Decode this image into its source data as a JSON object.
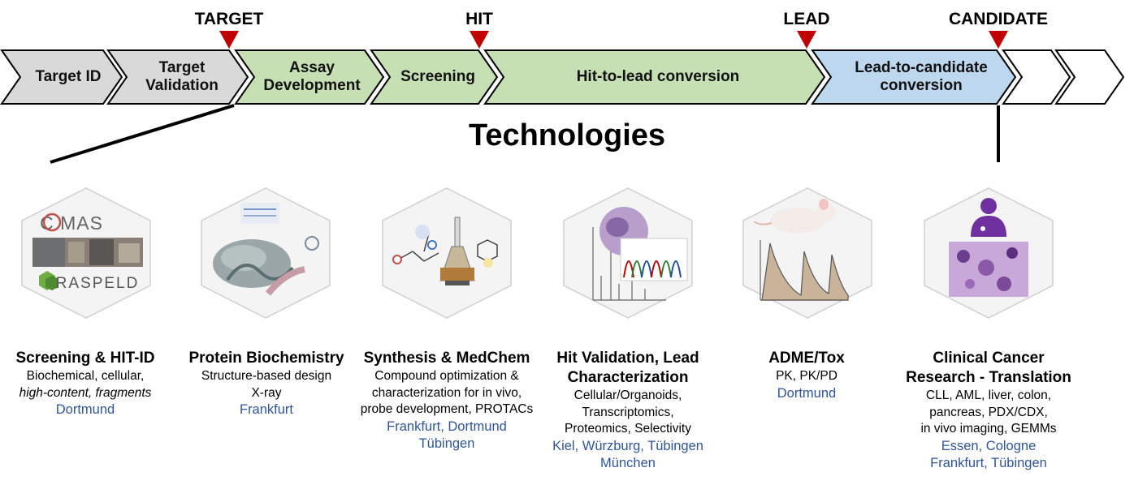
{
  "milestones": [
    "TARGET",
    "HIT",
    "LEAD",
    "CANDIDATE"
  ],
  "stages": [
    {
      "label": "Target ID",
      "fill": "#d9d9d9"
    },
    {
      "label": "Target\nValidation",
      "fill": "#d9d9d9"
    },
    {
      "label": "Assay\nDevelopment",
      "fill": "#c6e0b4"
    },
    {
      "label": "Screening",
      "fill": "#c6e0b4"
    },
    {
      "label": "Hit-to-lead conversion",
      "fill": "#c6e0b4"
    },
    {
      "label": "Lead-to-candidate\nconversion",
      "fill": "#bdd7ee"
    }
  ],
  "section_title": "Technologies",
  "logos": {
    "compound_center": "C MAS",
    "partner": "RASPELD"
  },
  "technologies": [
    {
      "title": "Screening & HIT-ID",
      "desc_lines": [
        "Biochemical, cellular,",
        "high-content, fragments"
      ],
      "locations": "Dortmund"
    },
    {
      "title": "Protein Biochemistry",
      "desc_lines": [
        "Structure-based design",
        "X-ray"
      ],
      "locations": "Frankfurt"
    },
    {
      "title": "Synthesis & MedChem",
      "desc_lines": [
        "Compound optimization &",
        "characterization for in vivo,",
        "probe development, PROTACs"
      ],
      "locations": "Frankfurt, Dortmund\nTübingen"
    },
    {
      "title": "Hit Validation, Lead\nCharacterization",
      "desc_lines": [
        "Cellular/Organoids,",
        "Transcriptomics,",
        "Proteomics, Selectivity"
      ],
      "locations": "Kiel, Würzburg, Tübingen\nMünchen"
    },
    {
      "title": "ADME/Tox",
      "desc_lines": [
        "PK, PK/PD"
      ],
      "locations": "Dortmund"
    },
    {
      "title": "Clinical Cancer\nResearch - Translation",
      "desc_lines": [
        "CLL, AML, liver, colon,",
        "pancreas, PDX/CDX,",
        "in vivo imaging,  GEMMs"
      ],
      "locations": "Essen, Cologne\nFrankfurt, Tübingen"
    }
  ],
  "colors": {
    "marker": "#c00000",
    "location": "#2f5597",
    "hex_fill": "#f4f4f4",
    "hex_stroke": "#d0d0d0"
  }
}
